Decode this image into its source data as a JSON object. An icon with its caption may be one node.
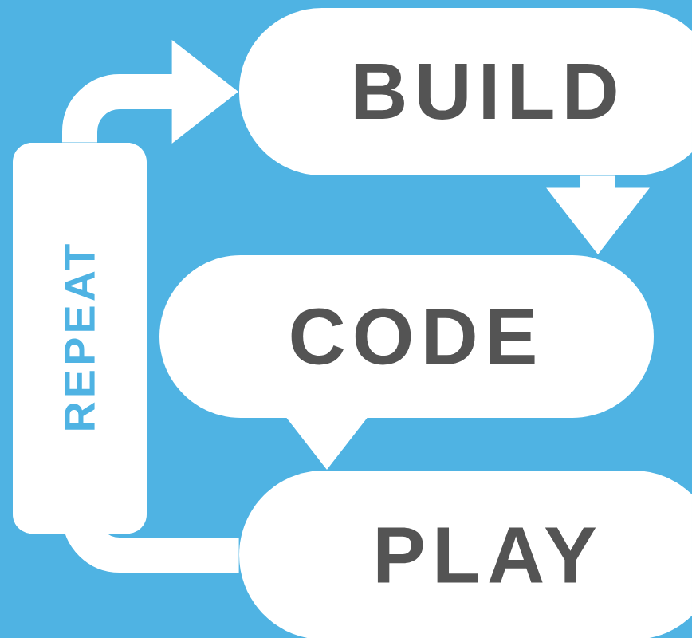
{
  "diagram": {
    "nodes": [
      {
        "text": [
          "BUILD"
        ]
      },
      {
        "text": [
          "CODE"
        ]
      },
      {
        "text": [
          "PLAY"
        ]
      },
      {
        "text": [
          "REPEAT"
        ]
      }
    ],
    "edges": [
      {
        "from": 0,
        "to": 1,
        "arrow": "to"
      },
      {
        "from": 1,
        "to": 2,
        "arrow": "to"
      },
      {
        "from": 2,
        "to": 3,
        "arrow": "none"
      },
      {
        "from": 3,
        "to": 0,
        "arrow": "to"
      }
    ]
  }
}
